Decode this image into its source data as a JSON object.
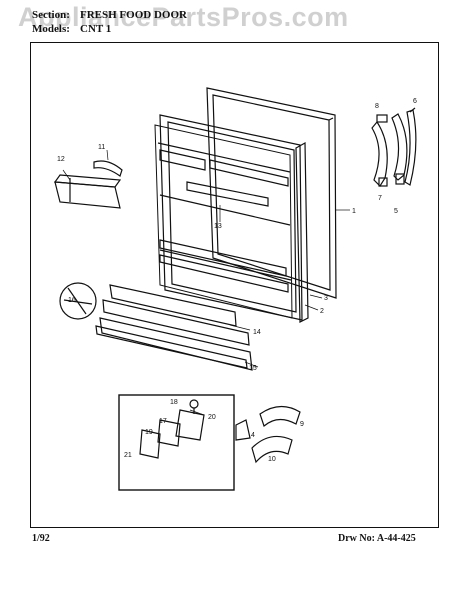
{
  "watermark": "AppliancePartsPros.com",
  "header": {
    "section_label": "Section:",
    "section_value": "FRESH FOOD DOOR",
    "model_label": "Models:",
    "model_value": "CNT 1"
  },
  "footer": {
    "date": "1/92",
    "drawing_number": "Drw No: A-44-425"
  },
  "callouts": [
    "1",
    "2",
    "3",
    "4",
    "5",
    "6",
    "7",
    "8",
    "9",
    "10",
    "11",
    "12",
    "13",
    "14",
    "15",
    "16",
    "17",
    "18",
    "19",
    "20",
    "21"
  ]
}
